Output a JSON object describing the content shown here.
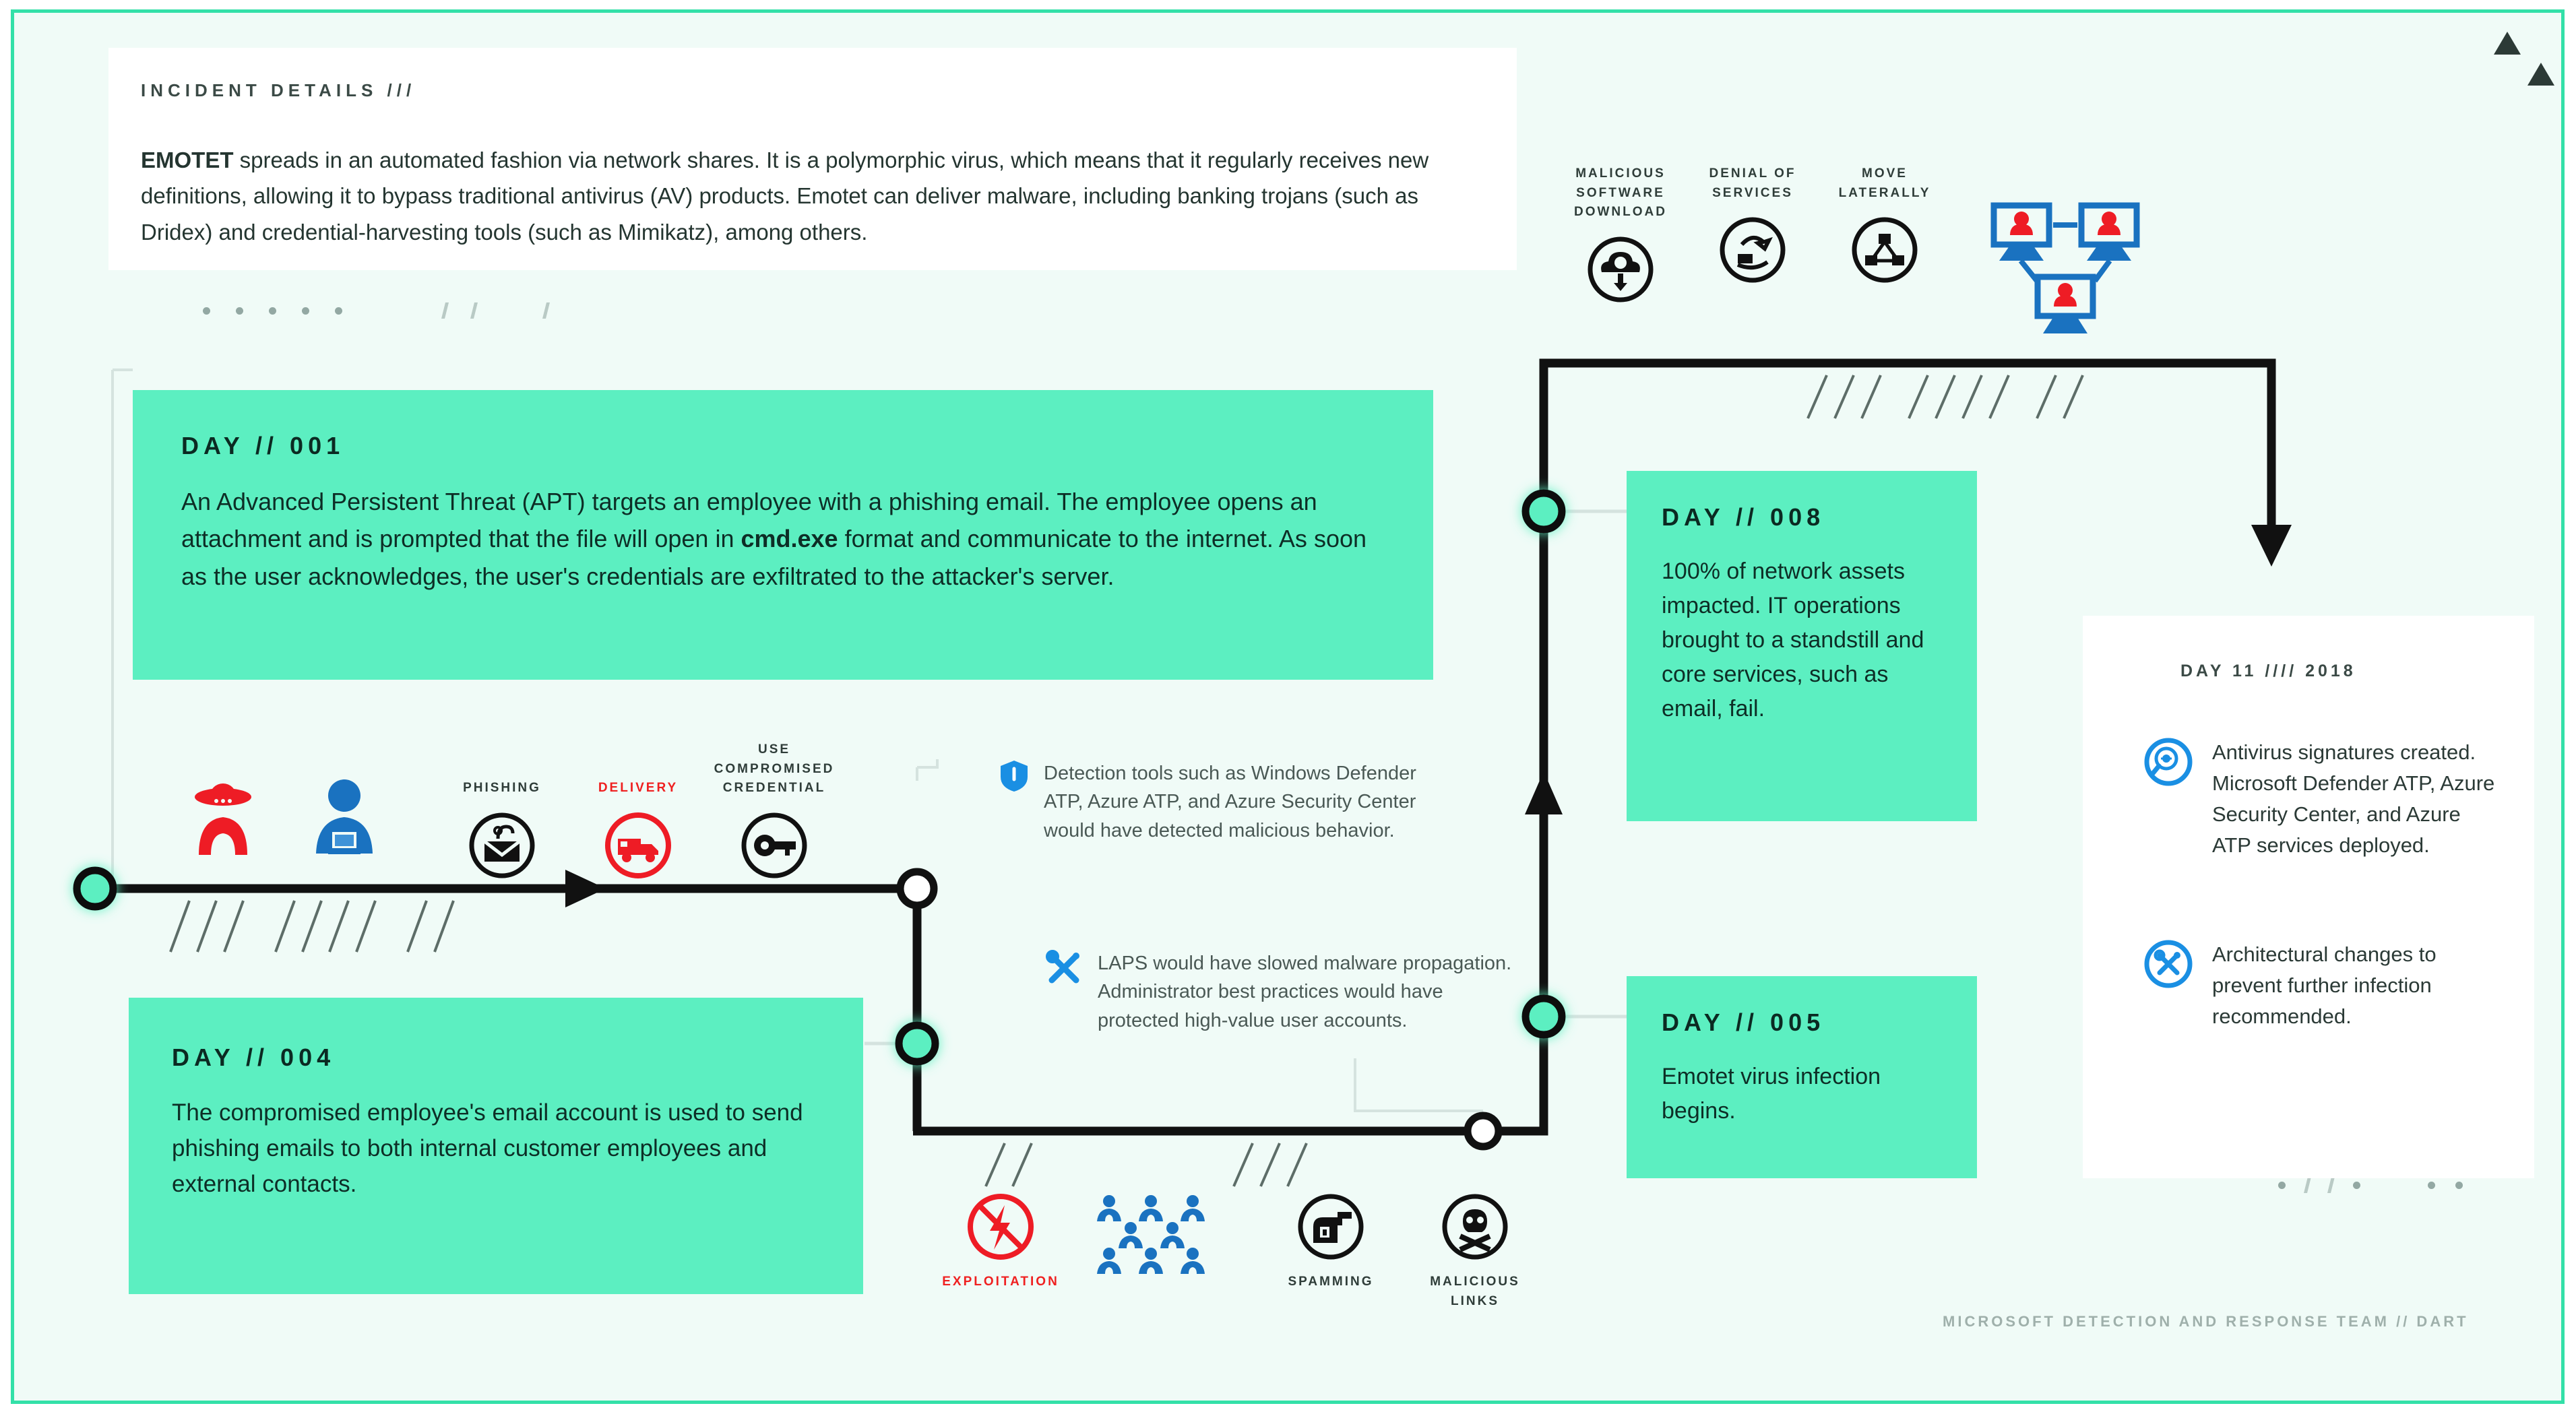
{
  "incident": {
    "kicker": "INCIDENT DETAILS ///",
    "lead": "EMOTET",
    "body": " spreads in an automated fashion via network shares. It is a polymorphic virus, which means that it regularly receives new definitions, allowing it to bypass traditional antivirus (AV) products. Emotet can deliver malware, including banking trojans (such as Dridex) and credential-harvesting tools (such as Mimikatz), among others."
  },
  "days": {
    "day001": {
      "title": "DAY // 001",
      "part1": "An Advanced Persistent Threat (APT) targets an employee with a phishing email. The employee opens an attachment and is prompted that the file will open in ",
      "bold": "cmd.exe",
      "part2": " format and communicate to the internet. As soon as the user acknowledges, the user's credentials are exfiltrated to the attacker's server."
    },
    "day004": {
      "title": "DAY // 004",
      "body": "The compromised employee's email account is used to send phishing emails to both internal customer employees and external contacts."
    },
    "day005": {
      "title": "DAY // 005",
      "body": "Emotet virus infection begins."
    },
    "day008": {
      "title": "DAY // 008",
      "body": "100% of network assets impacted. IT operations brought to a standstill and core services, such as email, fail."
    }
  },
  "resolution": {
    "title": "DAY 11 //// 2018",
    "items": [
      {
        "icon": "magnifier-globe-icon",
        "text": "Antivirus signatures created. Microsoft Defender ATP, Azure Security Center, and Azure ATP services deployed."
      },
      {
        "icon": "tools-wrench-screwdriver-icon",
        "text": "Architectural changes to prevent further infection recommended."
      }
    ]
  },
  "notes": [
    {
      "id": "detection",
      "icon": "shield-icon",
      "text": "Detection tools such as Windows Defender ATP, Azure ATP, and Azure Security Center would have detected malicious behavior."
    },
    {
      "id": "laps",
      "icon": "tools-cross-icon",
      "text": "LAPS would have slowed malware propagation. Administrator best practices would have protected high-value user accounts."
    }
  ],
  "icon_groups": {
    "attack_stage": [
      {
        "label": "PHISHING",
        "icon": "envelope-hook-icon",
        "color": "black"
      },
      {
        "label": "DELIVERY",
        "icon": "delivery-truck-icon",
        "color": "red"
      },
      {
        "label": "USE COMPROMISED CREDENTIAL",
        "icon": "key-icon",
        "color": "black"
      }
    ],
    "impact_stage": [
      {
        "label": "MALICIOUS SOFTWARE DOWNLOAD",
        "icon": "cloud-download-skull-icon",
        "color": "black"
      },
      {
        "label": "DENIAL OF SERVICES",
        "icon": "denial-of-service-icon",
        "color": "black"
      },
      {
        "label": "MOVE LATERALLY",
        "icon": "network-nodes-icon",
        "color": "black"
      }
    ],
    "spread_stage": [
      {
        "label": "EXPLOITATION",
        "icon": "exploitation-bolt-icon",
        "color": "red"
      },
      {
        "label": "",
        "icon": "people-crowd-icon",
        "color": "blue"
      },
      {
        "label": "SPAMMING",
        "icon": "spam-mailbox-icon",
        "color": "black"
      },
      {
        "label": "MALICIOUS LINKS",
        "icon": "skull-crossbones-icon",
        "color": "black"
      }
    ]
  },
  "actors": [
    {
      "icon": "attacker-person-icon",
      "color": "#ee1c25"
    },
    {
      "icon": "employee-laptop-icon",
      "color": "#1a72c0"
    }
  ],
  "infected_machines": {
    "icon": "infected-computers-icon",
    "count": 3
  },
  "footer": "MICROSOFT DETECTION AND RESPONSE TEAM // DART",
  "colors": {
    "mint": "#5cefc1",
    "frame": "#33e0a8",
    "background": "#f0fbf7",
    "red": "#ee1c25",
    "blue": "#1a72c0",
    "ink": "#111111"
  }
}
